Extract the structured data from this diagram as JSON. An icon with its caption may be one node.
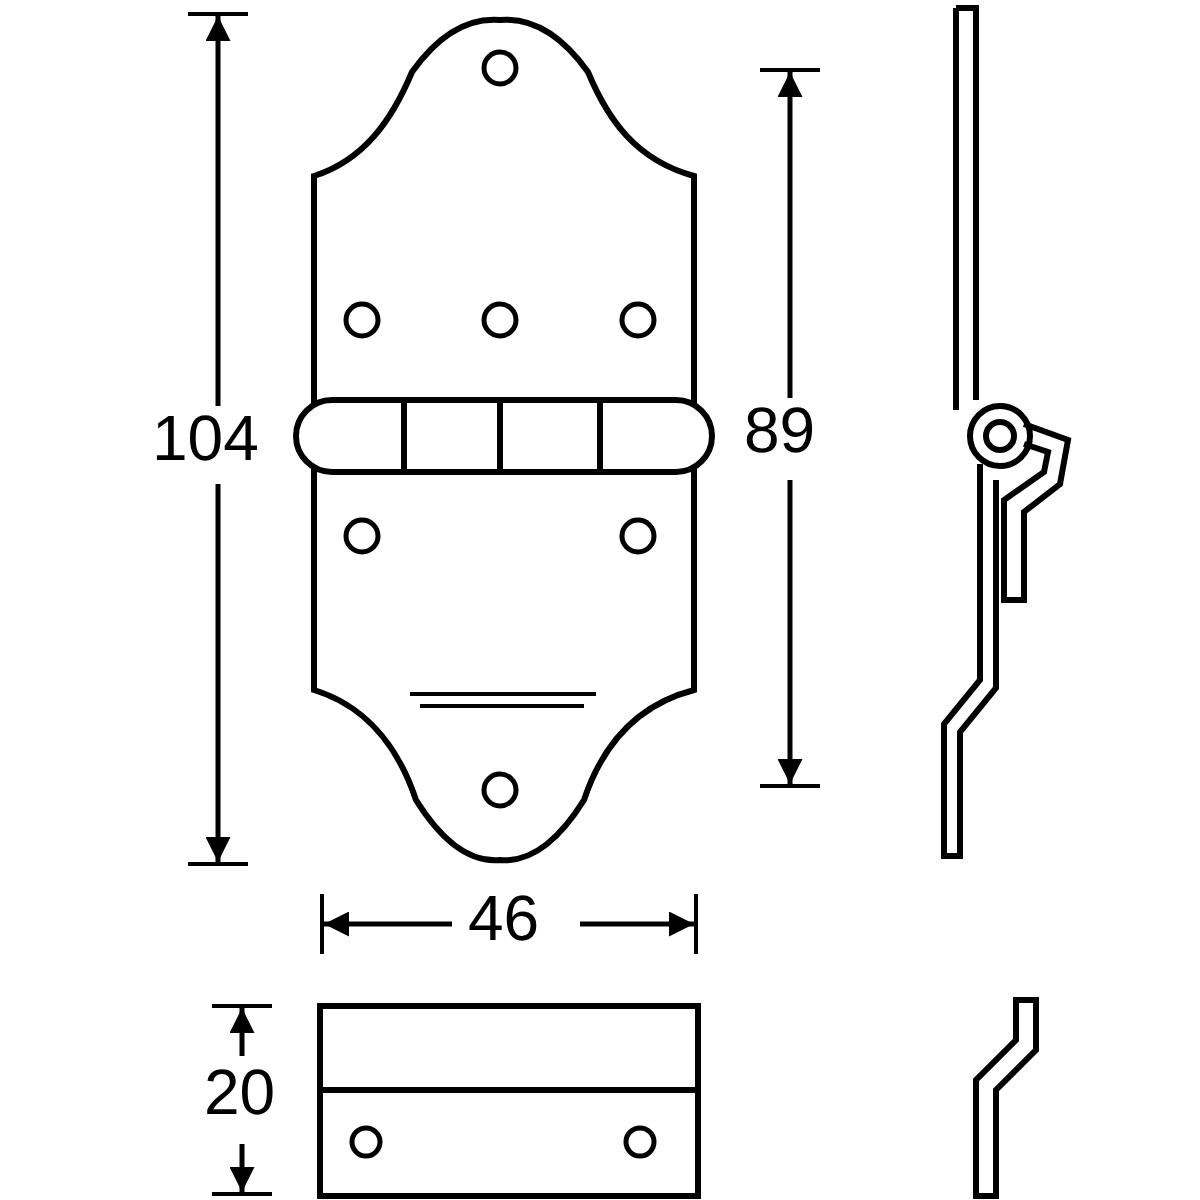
{
  "diagram": {
    "labels": [
      "104",
      "89",
      "46",
      "20"
    ]
  }
}
